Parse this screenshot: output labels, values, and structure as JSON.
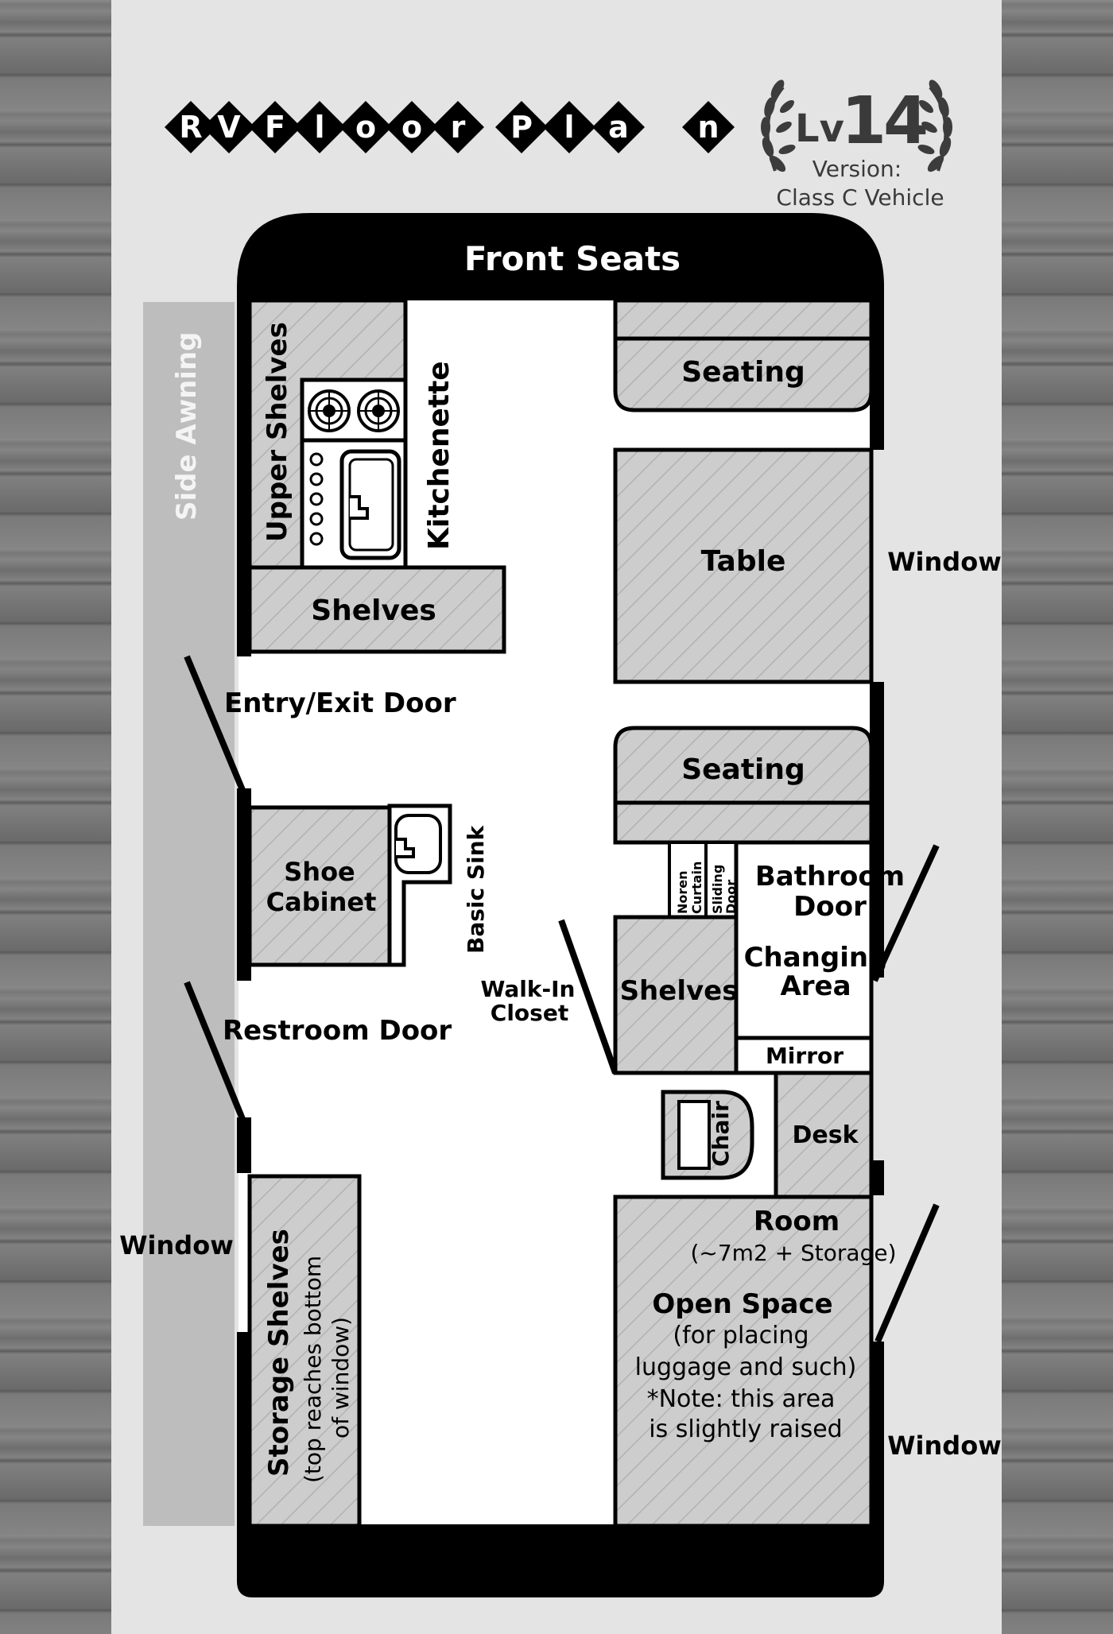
{
  "title": {
    "letters": [
      "R",
      "V",
      "F",
      "l",
      "o",
      "o",
      "r",
      "P",
      "l",
      "a",
      "n"
    ]
  },
  "badge": {
    "level_prefix": "Lv",
    "level_number": "14",
    "version_label": "Version:",
    "version_value": "Class C Vehicle"
  },
  "floorplan": {
    "front_seats": "Front Seats",
    "side_awning": "Side Awning",
    "upper_shelves": "Upper Shelves",
    "kitchenette": "Kitchenette",
    "shelves_top": "Shelves",
    "seating_top": "Seating",
    "table": "Table",
    "window_right_top": "Window",
    "entry_exit_door": "Entry/Exit Door",
    "seating_bottom": "Seating",
    "shoe_cabinet_line1": "Shoe",
    "shoe_cabinet_line2": "Cabinet",
    "basic_sink": "Basic Sink",
    "noren_curtain_line1": "Noren",
    "noren_curtain_line2": "Curtain",
    "sliding_door_line1": "Sliding",
    "sliding_door_line2": "Door",
    "bathroom_door_line1": "Bathroom",
    "bathroom_door_line2": "Door",
    "changing_area_line1": "Changing",
    "changing_area_line2": "Area",
    "walk_in_closet_line1": "Walk-In",
    "walk_in_closet_line2": "Closet",
    "shelves_mid": "Shelves",
    "restroom_door": "Restroom Door",
    "mirror": "Mirror",
    "chair": "Chair",
    "desk": "Desk",
    "window_left": "Window",
    "storage_shelves": "Storage Shelves",
    "storage_note_line1": "(top reaches bottom",
    "storage_note_line2": "of window)",
    "room_title": "Room",
    "room_size": "(~7m2 + Storage)",
    "open_space": "Open Space",
    "open_space_line1": "(for placing",
    "open_space_line2": "luggage and such)",
    "open_space_line3": "*Note: this area",
    "open_space_line4": "is slightly raised",
    "window_right_bottom": "Window"
  },
  "colors": {
    "furniture_fill": "#cdcdcd",
    "hatch": "#b2b2b2",
    "wall": "#000000",
    "awning": "#bdbdbd",
    "paper": "#e4e4e4"
  }
}
